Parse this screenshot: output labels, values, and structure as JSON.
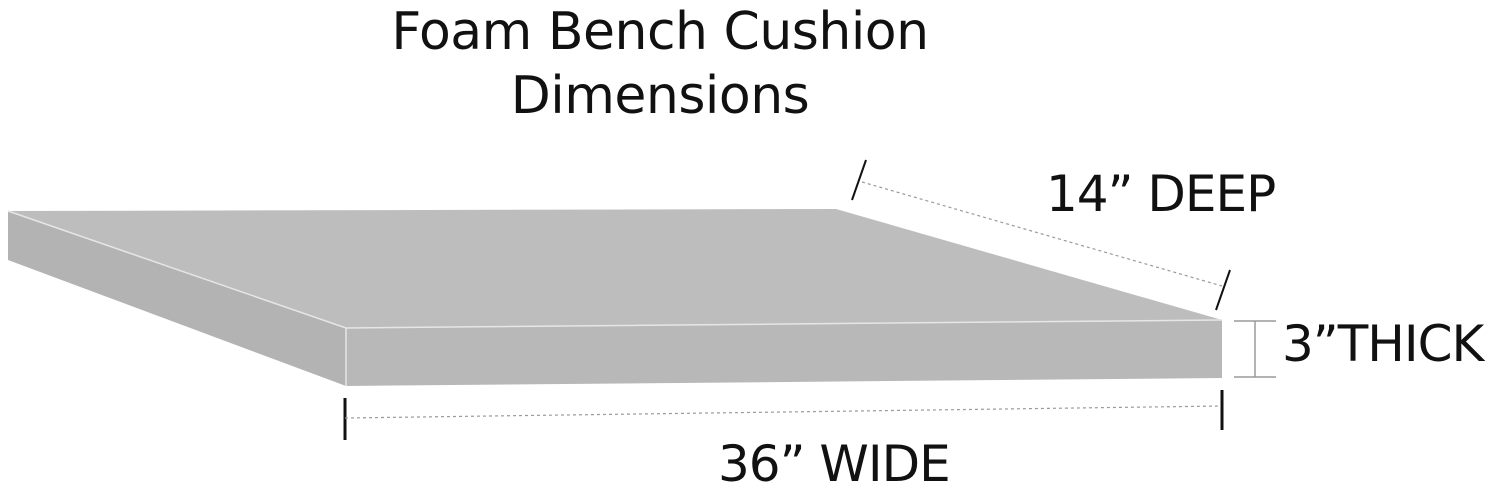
{
  "title": {
    "line1": "Foam Bench Cushion",
    "line2": "Dimensions"
  },
  "dimensions": {
    "depth_label": "14” DEEP",
    "thickness_label": "3”THICK",
    "width_label": "36” WIDE"
  },
  "colors": {
    "cushion_top": "#bdbdbd",
    "cushion_left_side": "#b3b3b3",
    "cushion_front": "#b8b8b8",
    "edge_highlight": "#e6e6e6",
    "dimension_line": "#9a9a9a",
    "tick_mark": "#111111",
    "text": "#111111"
  }
}
